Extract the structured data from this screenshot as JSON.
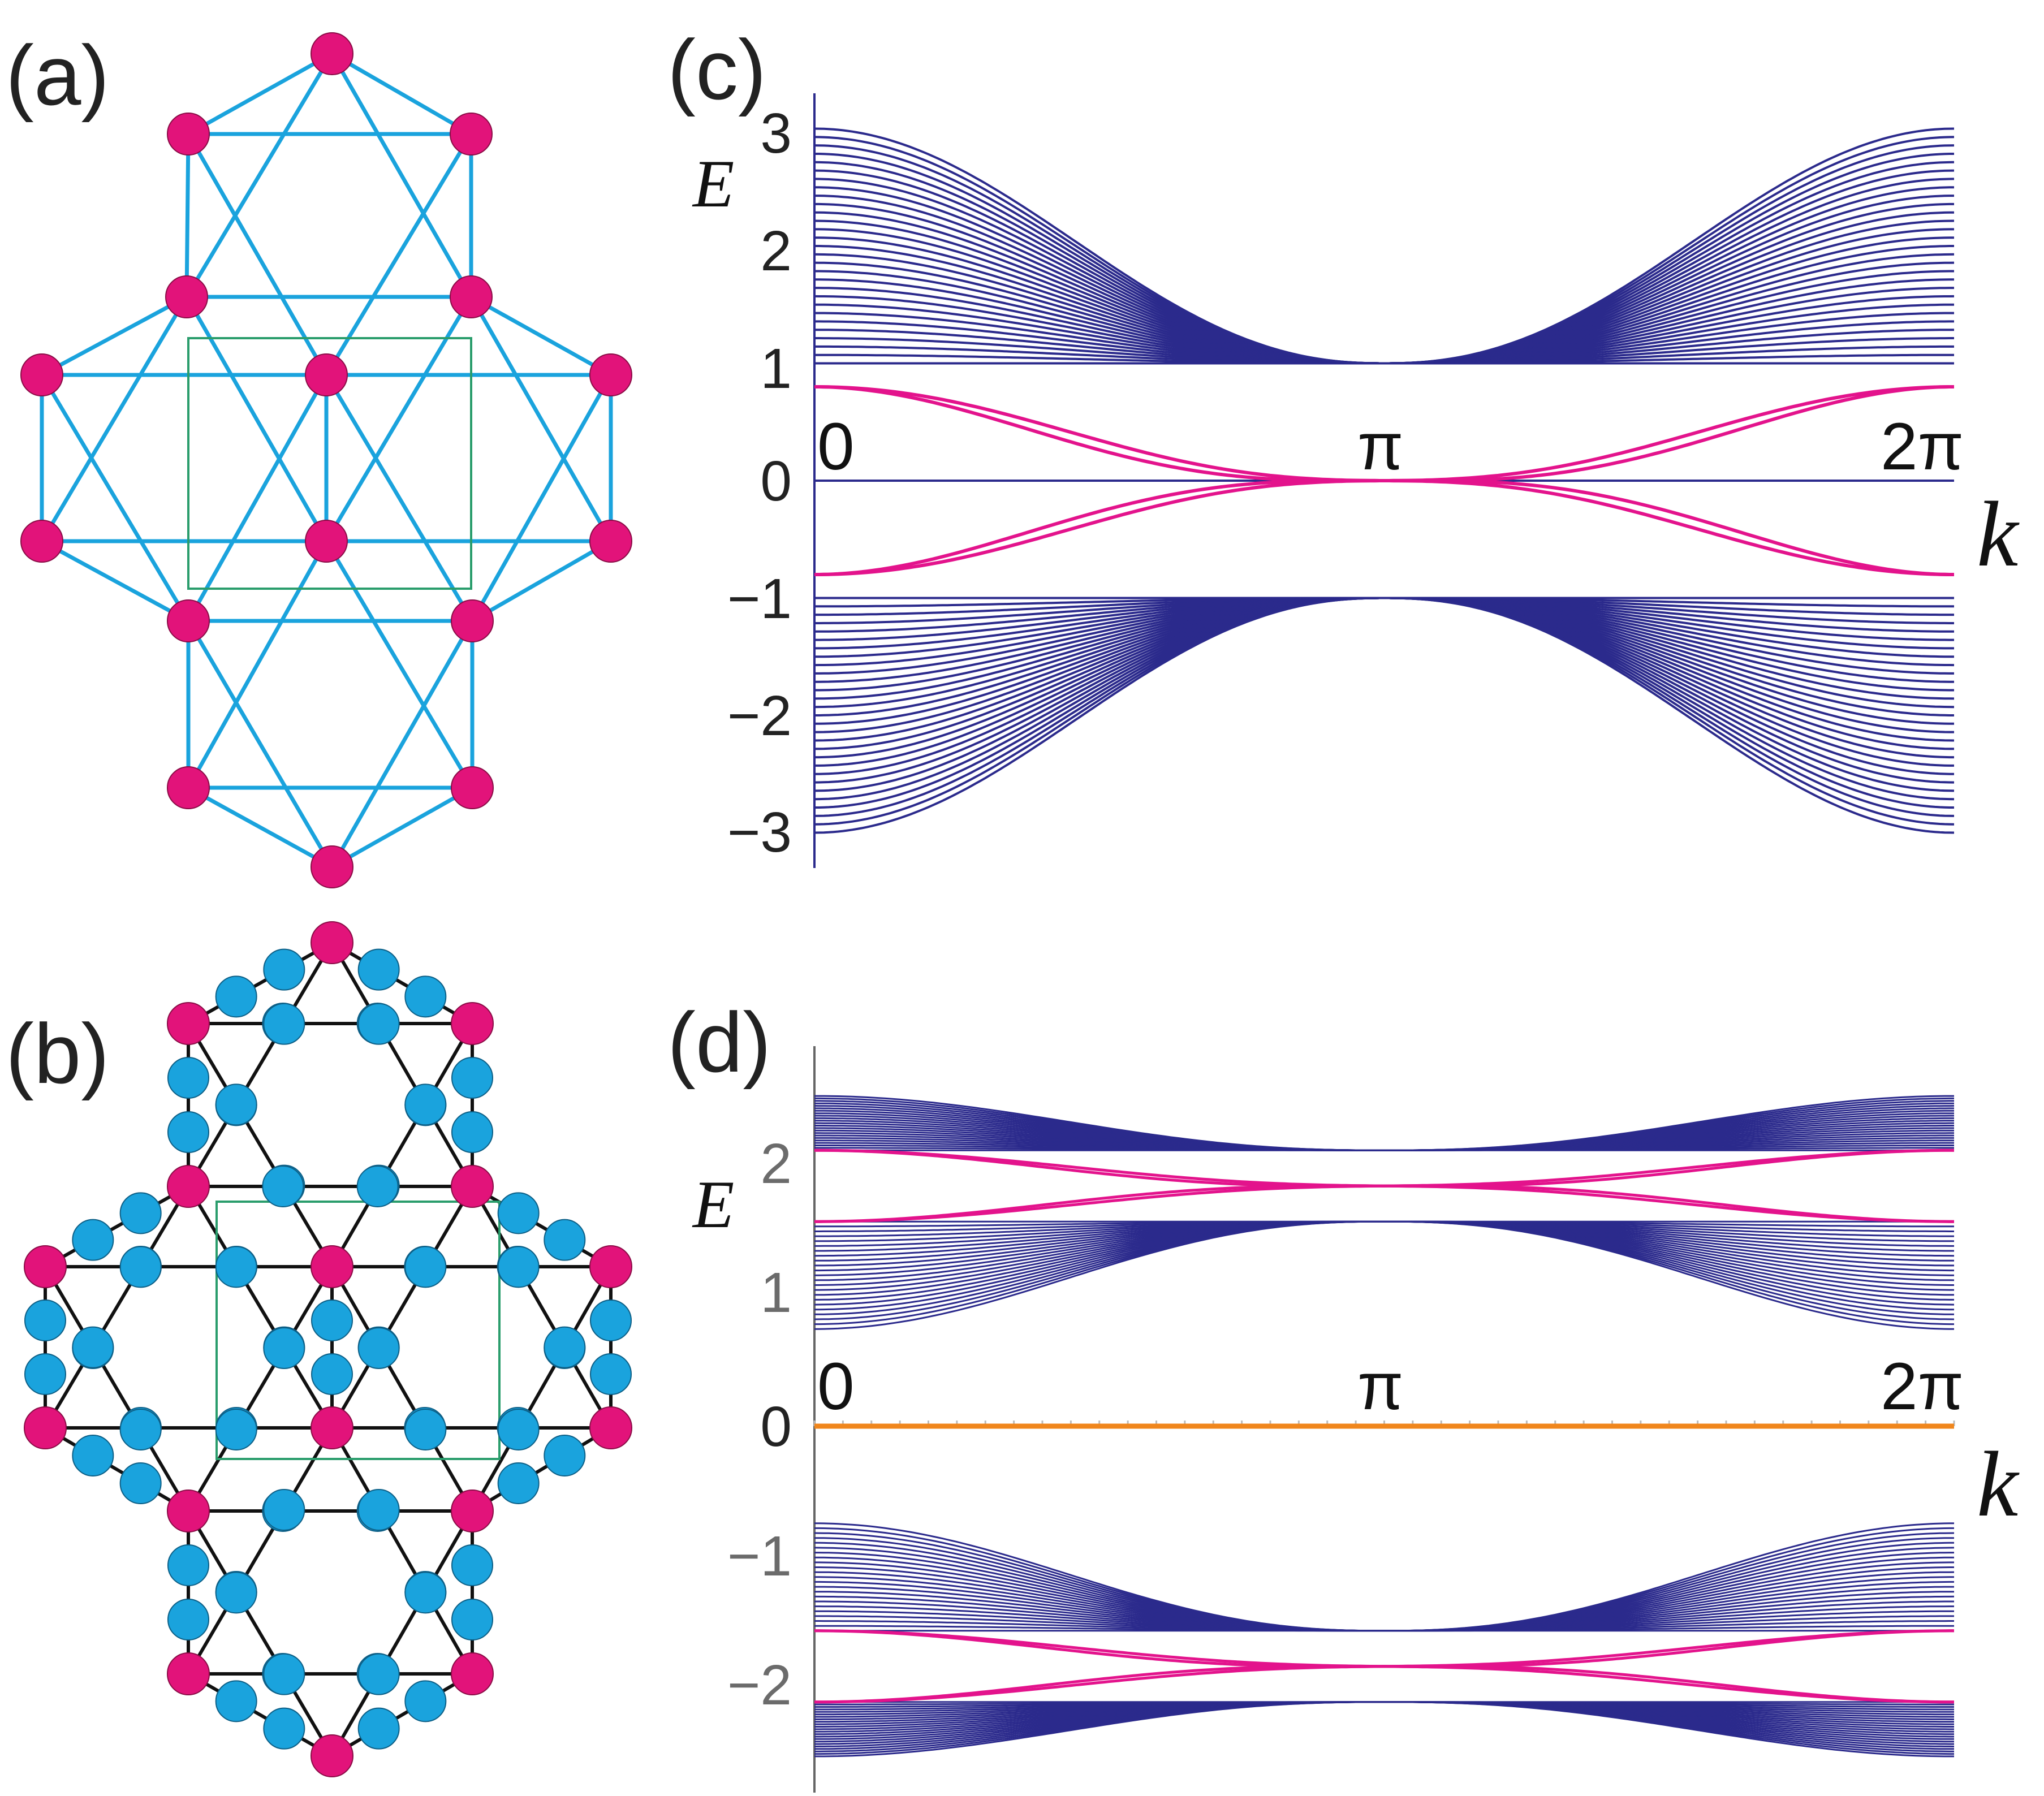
{
  "panels": {
    "a": {
      "label": "(a)"
    },
    "b": {
      "label": "(b)"
    },
    "c": {
      "label": "(c)"
    },
    "d": {
      "label": "(d)"
    }
  },
  "colors": {
    "pink_site": "#e2137a",
    "blue_site": "#1aa3dd",
    "blue_bond": "#1aa3dd",
    "black_bond": "#111111",
    "cell": "#2a9d6c",
    "band": "#2b2a8c",
    "edge": "#e3138c",
    "flat": "#f0861c"
  },
  "chart_data": [
    {
      "type": "line",
      "panel": "(c)",
      "ylabel": "E",
      "xlabel": "k",
      "xlim": [
        0,
        6.2832
      ],
      "ylim": [
        -3.3,
        3.3
      ],
      "y_ticks": [
        "3",
        "2",
        "1",
        "0",
        "−1",
        "−2",
        "−3"
      ],
      "y_tick_values": [
        3,
        2,
        1,
        0,
        -1,
        -2,
        -3
      ],
      "x_ticks": [
        "0",
        "π",
        "2π"
      ],
      "x_tick_values": [
        0,
        3.1416,
        6.2832
      ],
      "bulk_band_count": 29,
      "bulk_bands": {
        "upper": {
          "at_k0": [
            1.0,
            3.0
          ],
          "at_kpi": 1.0
        },
        "lower": {
          "at_k0": [
            -3.0,
            -1.0
          ],
          "at_kpi": -1.0
        }
      },
      "edge_states": [
        {
          "at_k0": 1.0,
          "at_kpi": 0.0,
          "at_2pi": 1.0
        },
        {
          "at_k0": -1.0,
          "at_kpi": 0.0,
          "at_2pi": -1.0
        }
      ],
      "grid": false
    },
    {
      "type": "line",
      "panel": "(d)",
      "ylabel": "E",
      "xlabel": "k",
      "xlim": [
        0,
        6.2832
      ],
      "ylim": [
        -2.65,
        2.85
      ],
      "y_ticks": [
        "2",
        "1",
        "0",
        "−1",
        "−2"
      ],
      "y_tick_values": [
        2,
        1,
        0,
        -1,
        -2
      ],
      "x_ticks": [
        "0",
        "π",
        "2π"
      ],
      "x_tick_values": [
        0,
        3.1416,
        6.2832
      ],
      "flat_band": 0,
      "bulk_band_count": 23,
      "bulk_bands": [
        {
          "at_k0": [
            2.13,
            2.55
          ],
          "at_kpi": 2.13
        },
        {
          "at_k0": [
            0.75,
            1.58
          ],
          "at_kpi": 1.58
        },
        {
          "at_k0": [
            -1.58,
            -0.75
          ],
          "at_kpi": -1.58
        },
        {
          "at_k0": [
            -2.55,
            -2.13
          ],
          "at_kpi": -2.13
        }
      ],
      "edge_states": [
        {
          "at_k0": 2.13,
          "at_kpi": 1.855
        },
        {
          "at_k0": 1.58,
          "at_kpi": 1.855
        },
        {
          "at_k0": -1.58,
          "at_kpi": -1.855
        },
        {
          "at_k0": -2.13,
          "at_kpi": -1.855
        }
      ],
      "grid": false
    }
  ]
}
